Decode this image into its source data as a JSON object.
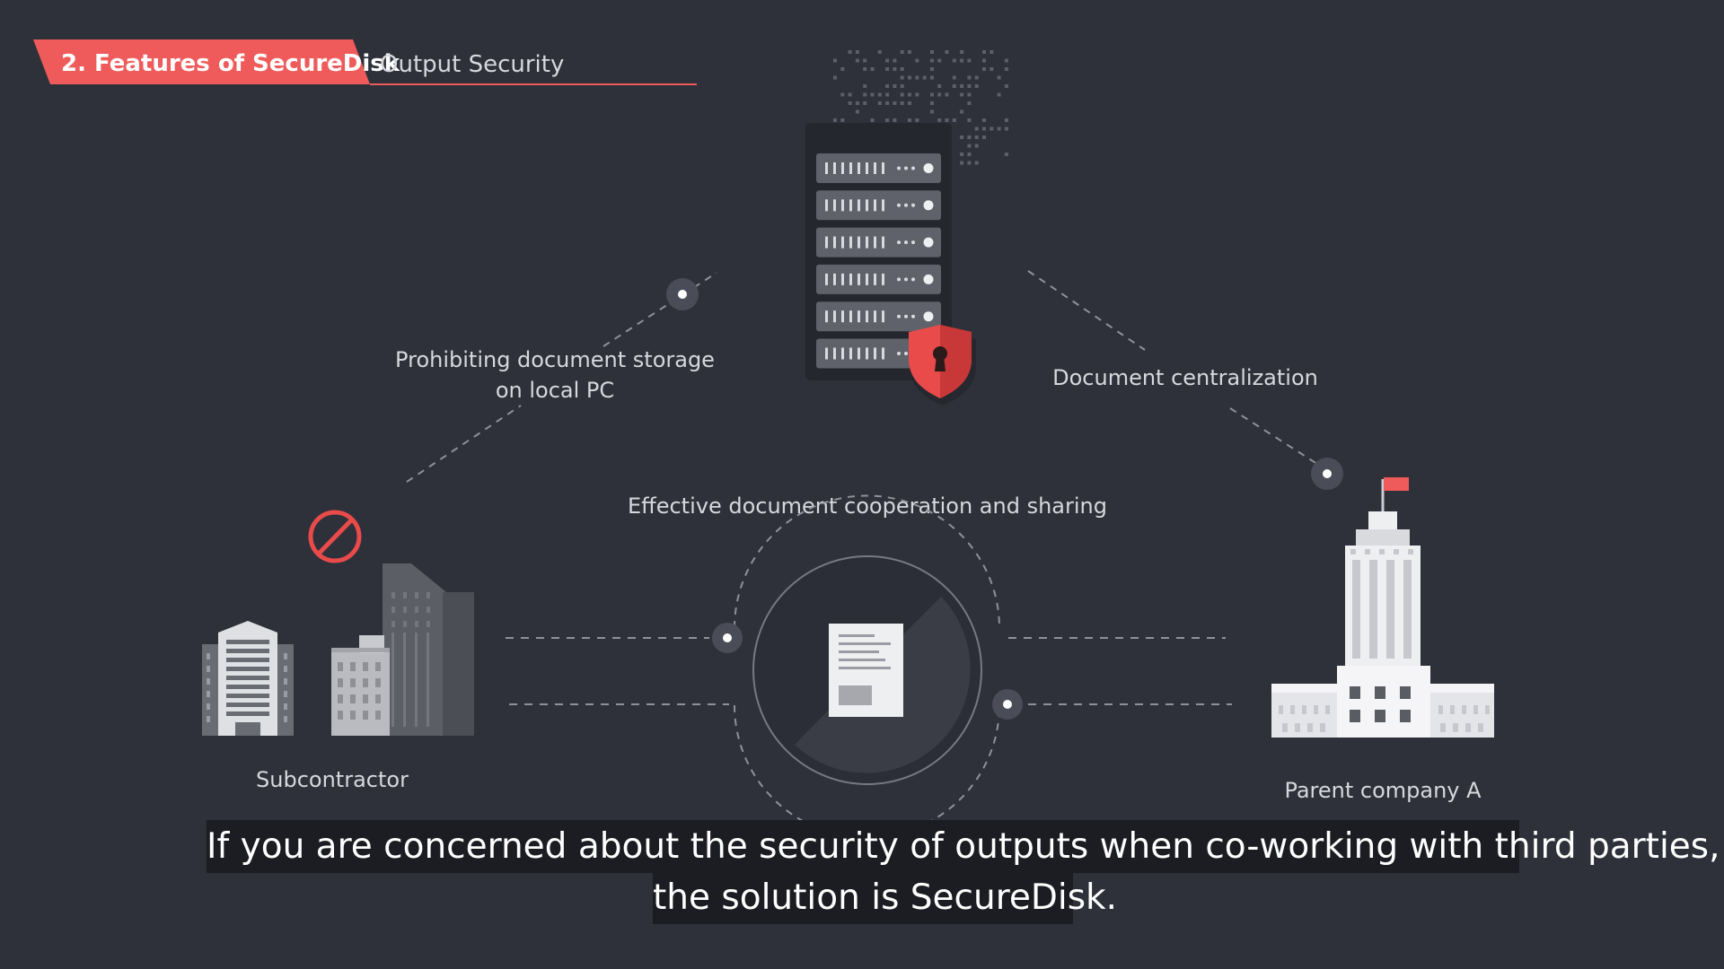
{
  "header": {
    "section_badge": "2. Features of SecureDisk",
    "section_title": "Output Security"
  },
  "labels": {
    "prohibit_line1": "Prohibiting document storage",
    "prohibit_line2": "on local PC",
    "centralization": "Document centralization",
    "cooperation": "Effective document cooperation and sharing",
    "subcontractor": "Subcontractor",
    "parent": "Parent company A"
  },
  "subtitle": {
    "line1": "If you are concerned about the security of outputs when co-working with third parties,",
    "line2": "the solution is SecureDisk."
  },
  "icons": {
    "server": "server-rack-icon",
    "shield": "shield-lock-icon",
    "prohibit": "prohibited-icon",
    "subcontractor": "office-buildings-icon",
    "parent": "government-building-icon",
    "document": "document-icon"
  },
  "colors": {
    "background": "#2e313a",
    "accent": "#ef5b5b",
    "text": "#d6d8dd",
    "subtitle_bg": "#1c1d22"
  }
}
